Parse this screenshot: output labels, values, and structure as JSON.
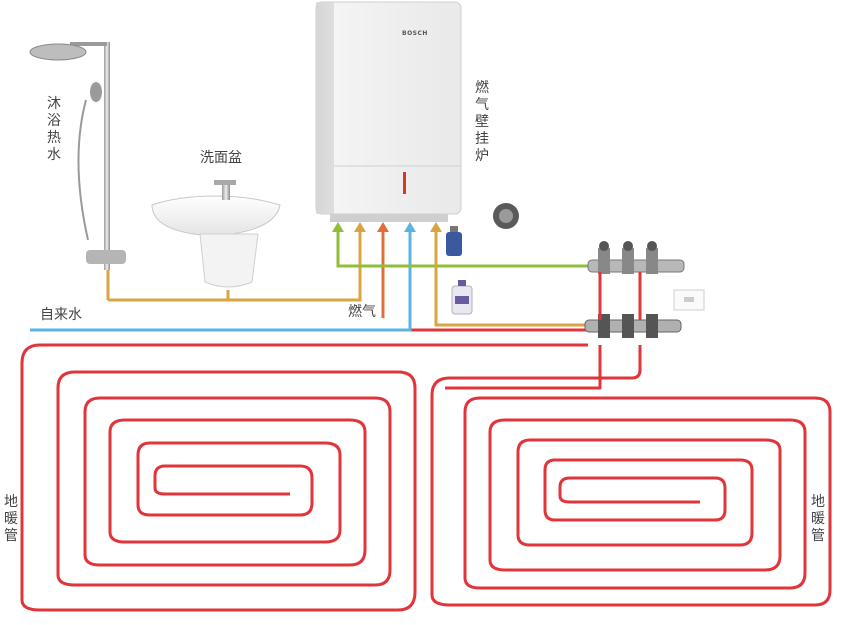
{
  "labels": {
    "shower": "沐浴热水",
    "washbasin": "洗面盆",
    "boiler": "燃气壁挂炉",
    "tap_water": "自来水",
    "gas": "燃气",
    "floor_heating_left": "地暖管",
    "floor_heating_right": "地暖管"
  },
  "boiler_brand": "BOSCH",
  "colors": {
    "hot_water_pipe": "#d9a441",
    "tap_water_pipe": "#5ab4e0",
    "gas_pipe": "#e0703a",
    "return_pipe": "#8fbf3a",
    "floor_heating_pipe": "#e0353a",
    "boiler_body": "#f2f2f2"
  }
}
